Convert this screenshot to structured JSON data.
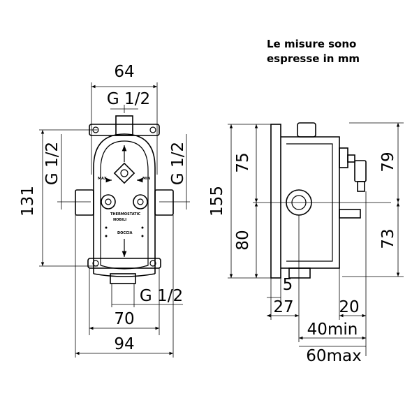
{
  "note": {
    "line1": "Le misure sono",
    "line2": "espresse in mm"
  },
  "front_view": {
    "width_top": "64",
    "inlet_top": "G 1/2",
    "inlet_left": "G 1/2",
    "inlet_right": "G 1/2",
    "height": "131",
    "outlet_bottom": "G 1/2",
    "width_70": "70",
    "width_94": "94",
    "label_max": "MAX",
    "label_min": "MIN",
    "label_doccia": "DOCCIA",
    "label_brand_1": "THERMOSTATIC",
    "label_brand_2": "NOBILI"
  },
  "side_view": {
    "height_total": "155",
    "upper_75": "75",
    "lower_80": "80",
    "upper_79": "79",
    "lower_73": "73",
    "dim_5": "5",
    "dim_27": "27",
    "dim_20": "20",
    "depth_min": "40min",
    "depth_max": "60max"
  }
}
